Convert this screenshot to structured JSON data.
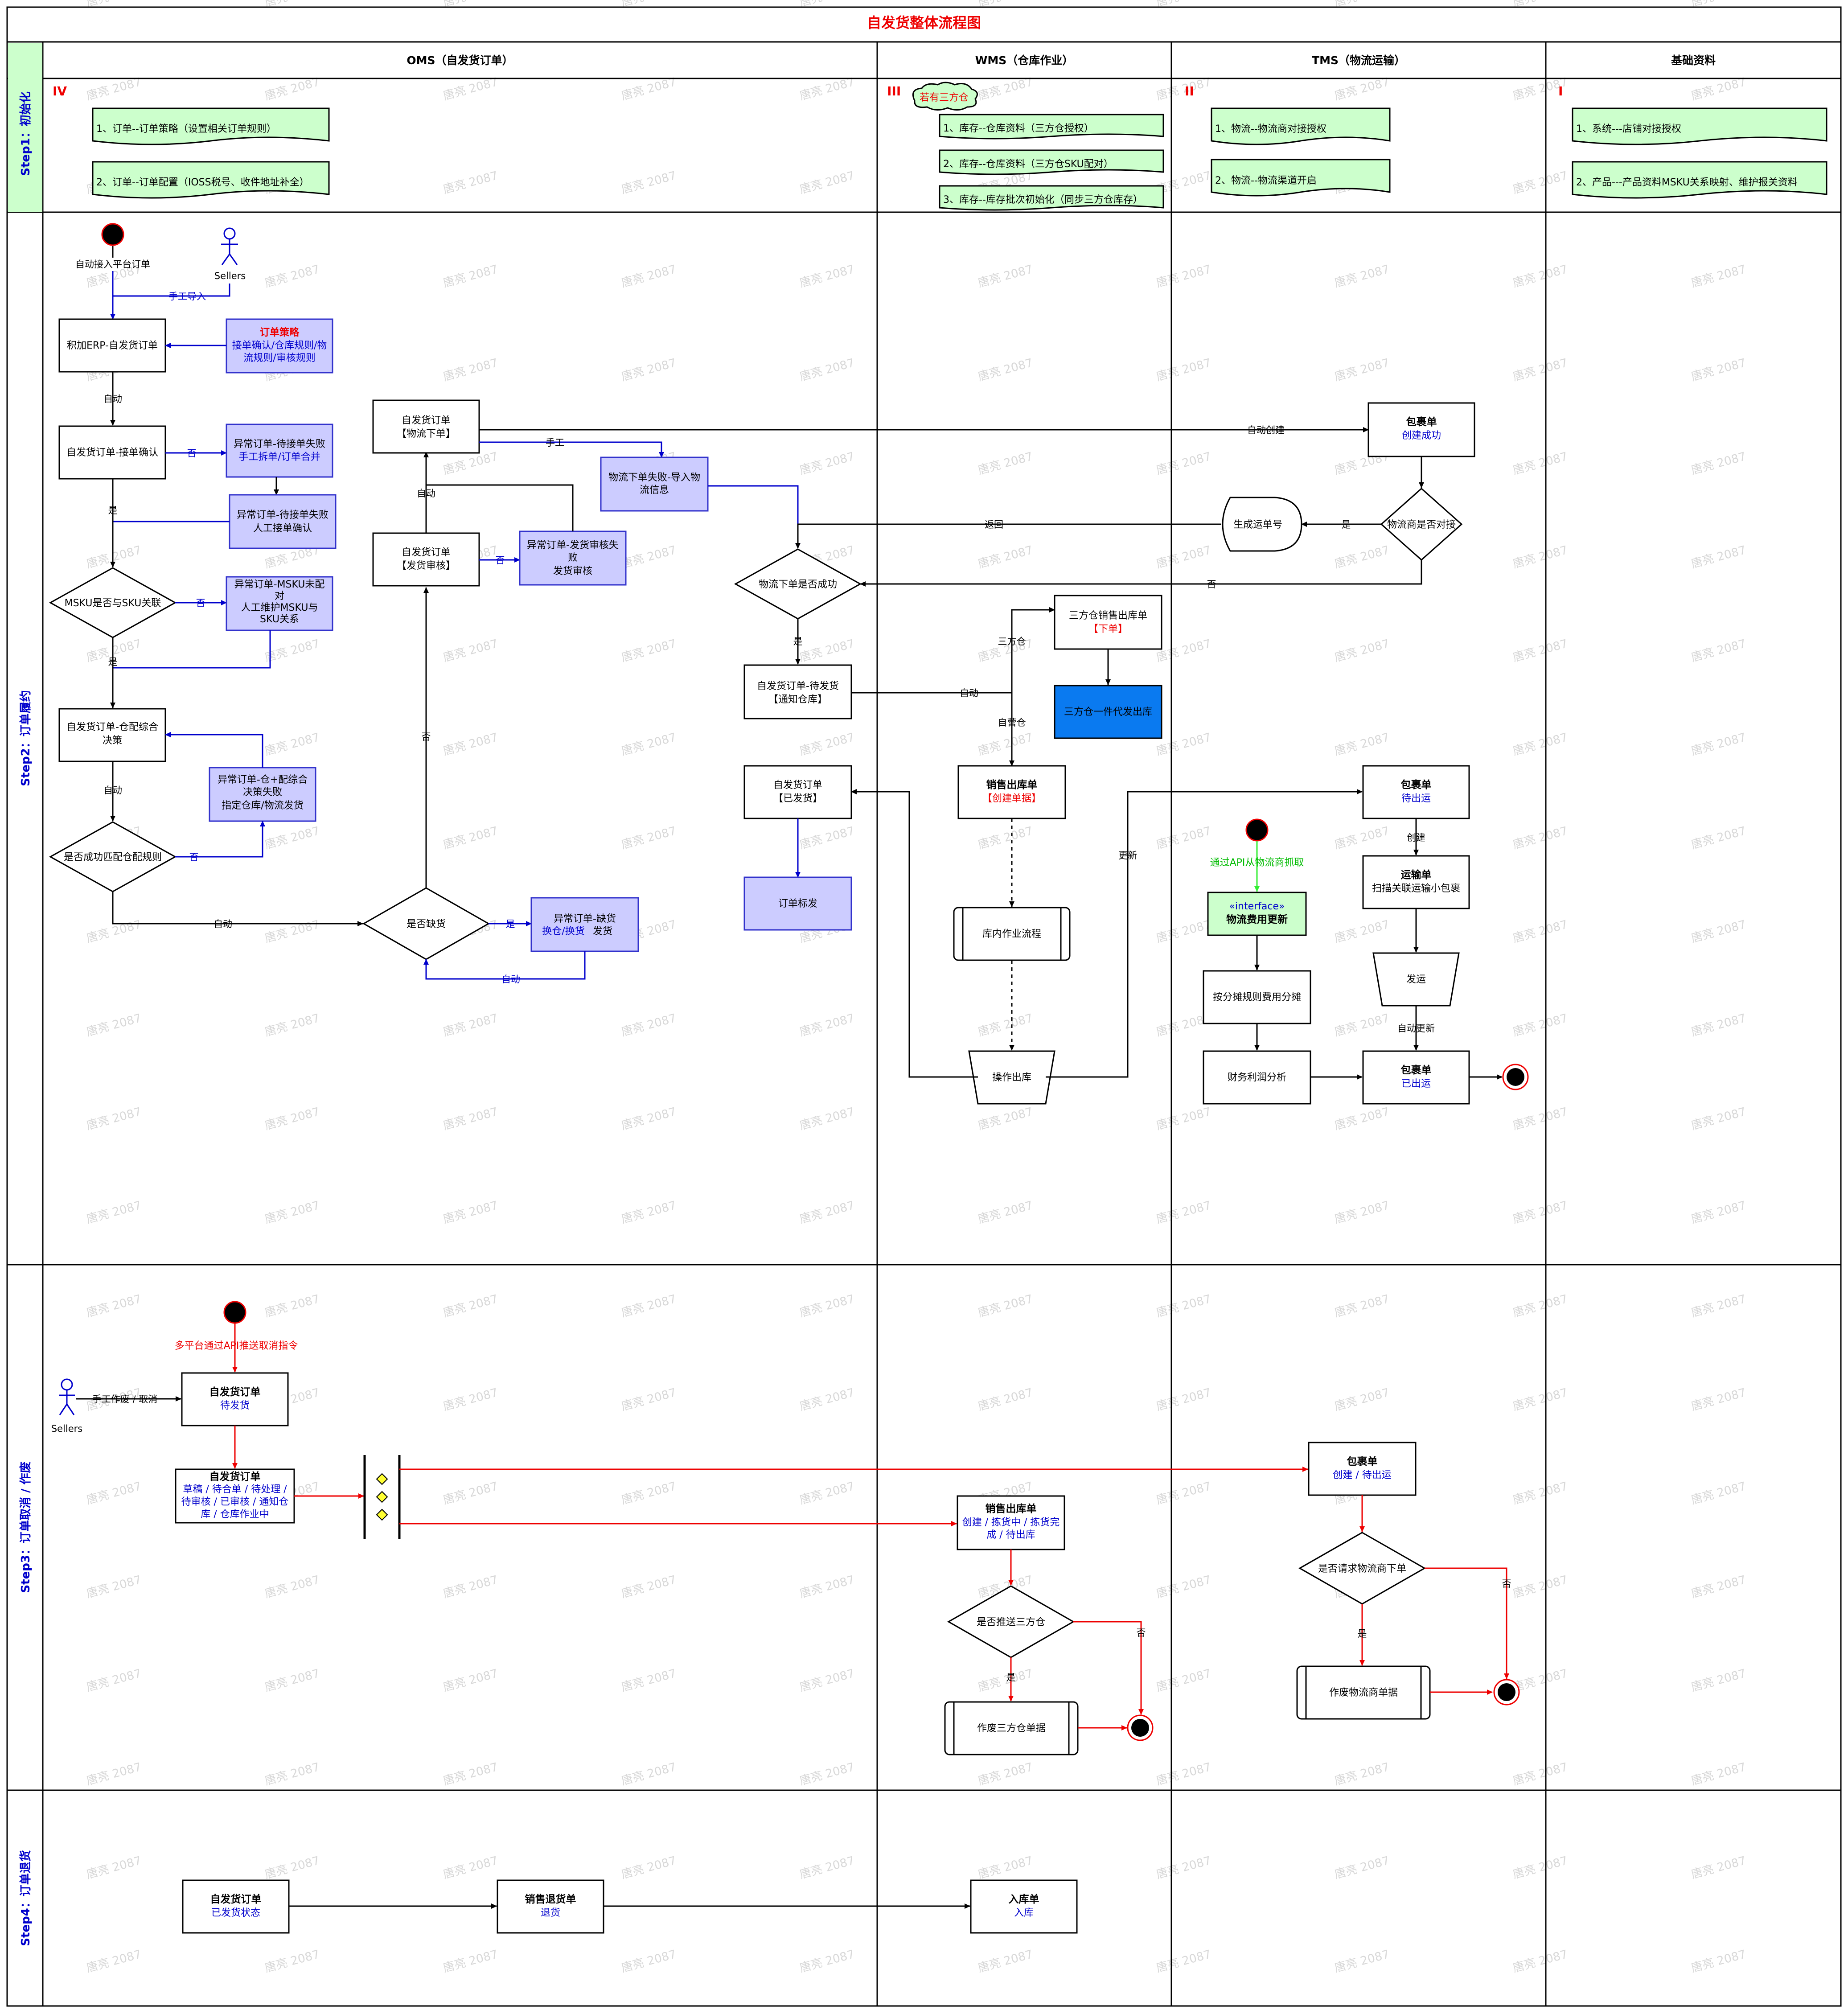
{
  "title": "自发货整体流程图",
  "columns": {
    "oms": "OMS（自发货订单）",
    "wms": "WMS（仓库作业）",
    "tms": "TMS（物流运输）",
    "base": "基础资料"
  },
  "rows": {
    "step1": "Step1：初始化",
    "step2": "Step2：订单履约",
    "step3": "Step3：订单取消 / 作废",
    "step4": "Step4：订单退货"
  },
  "init": {
    "oms_badge": "IV",
    "oms_1": "1、订单--订单策略（设置相关订单规则）",
    "oms_2": "2、订单--订单配置（IOSS税号、收件地址补全）",
    "wms_badge": "III",
    "wms_cloud": "若有三方仓",
    "wms_1": "1、库存--仓库资料（三方仓授权）",
    "wms_2": "2、库存--仓库资料（三方仓SKU配对）",
    "wms_3": "3、库存--库存批次初始化（同步三方仓库存）",
    "tms_badge": "II",
    "tms_1": "1、物流--物流商对接授权",
    "tms_2": "2、物流--物流渠道开启",
    "base_badge": "I",
    "base_1": "1、系统---店铺对接授权",
    "base_2": "2、产品---产品资料MSKU关系映射、维护报关资料"
  },
  "fulfil": {
    "auto_import": "自动接入平台订单",
    "sellers": "Sellers",
    "manual_import": "手工导入",
    "erp_order": "积加ERP-自发货订单",
    "policy_title": "订单策略",
    "policy_body1": "接单确认/仓库规则/物",
    "policy_body2": "流规则/审核规则",
    "auto": "自动",
    "accept": "自发货订单-接单确认",
    "no": "否",
    "yes": "是",
    "ex_accept1_l1": "异常订单-待接单失败",
    "ex_accept1_l2": "手工拆单/订单合并",
    "ex_accept2_l1": "异常订单-待接单失败",
    "ex_accept2_l2": "人工接单确认",
    "msku_q": "MSKU是否与SKU关联",
    "ex_msku_l1": "异常订单-MSKU未配",
    "ex_msku_l2": "对",
    "ex_msku_l3": "人工维护MSKU与",
    "ex_msku_l4": "SKU关系",
    "alloc_l1": "自发货订单-仓配综合",
    "alloc_l2": "决策",
    "ex_alloc_l1": "异常订单-仓+配综合",
    "ex_alloc_l2": "决策失败",
    "ex_alloc_l3": "指定仓库/物流发货",
    "alloc_q": "是否成功匹配仓配规则",
    "stock_q": "是否缺货",
    "ex_stock_l1": "异常订单-缺货",
    "ex_stock_l2": "换仓/换货",
    "ex_stock_l3": "发货",
    "audit_l1": "自发货订单",
    "audit_l2": "【发货审核】",
    "ex_audit_l1": "异常订单-发货审核失",
    "ex_audit_l2": "败",
    "ex_audit_l3": "发货审核",
    "logi_l1": "自发货订单",
    "logi_l2": "【物流下单】",
    "manual": "手工",
    "logi_fail_l1": "物流下单失败-导入物",
    "logi_fail_l2": "流信息",
    "auto_create": "自动创建",
    "return": "返回",
    "logi_q": "物流下单是否成功",
    "notify_l1": "自发货订单-待发货",
    "notify_l2": "【通知仓库】",
    "shipped_l1": "自发货订单",
    "shipped_l2": "【已发货】",
    "mark": "订单标发",
    "third_wh": "三方仓",
    "own_wh": "自营仓",
    "third_out_l1": "三方仓销售出库单",
    "third_out_l2": "【下单】",
    "third_ship": "三方仓一件代发出库",
    "sale_out_l1": "销售出库单",
    "sale_out_l2": "【创建单据】",
    "inner_flow": "库内作业流程",
    "op_out": "操作出库",
    "update": "更新",
    "pkg1_l1": "包裹单",
    "pkg1_l2": "创建成功",
    "carrier_q": "物流商是否对接",
    "gen_track": "生成运单号",
    "pkg2_l1": "包裹单",
    "pkg2_l2": "待出运",
    "create": "创建",
    "trans_l1": "运输单",
    "trans_l2": "扫描关联运输小包裹",
    "ship": "发运",
    "auto_update": "自动更新",
    "pkg3_l1": "包裹单",
    "pkg3_l2": "已出运",
    "api_fetch": "通过API从物流商抓取",
    "iface_l1": "«interface»",
    "iface_l2": "物流费用更新",
    "alloc_fee": "按分摊规则费用分摊",
    "profit": "财务利润分析"
  },
  "cancel": {
    "api_cmd": "多平台通过API推送取消指令",
    "sellers": "Sellers",
    "manual_cancel": "手工作废 / 取消",
    "order_l1": "自发货订单",
    "order_l2": "待发货",
    "order2_l1": "自发货订单",
    "order2_l2": "草稿 / 待合单 / 待处理 /",
    "order2_l3": "待审核 / 已审核 / 通知仓",
    "order2_l4": "库 / 仓库作业中",
    "sale_l1": "销售出库单",
    "sale_l2": "创建 / 拣货中 / 拣货完",
    "sale_l3": "成 / 待出库",
    "push_q": "是否推送三方仓",
    "yes": "是",
    "no": "否",
    "void3": "作废三方仓单据",
    "pkg_l1": "包裹单",
    "pkg_l2": "创建 / 待出运",
    "req_q": "是否请求物流商下单",
    "void_logi": "作废物流商单据"
  },
  "ret": {
    "order_l1": "自发货订单",
    "order_l2": "已发货状态",
    "sr_l1": "销售退货单",
    "sr_l2": "退货",
    "in_l1": "入库单",
    "in_l2": "入库"
  },
  "watermark": "唐亮 2087",
  "colors": {
    "init_green": "#ccffcc",
    "exception_purple": "#ccccff",
    "third_blue": "#0a7af0",
    "flow_blue": "#0000cc",
    "cancel_red": "#ee0000",
    "api_green": "#33ee33",
    "badge_red": "#ee0000"
  }
}
